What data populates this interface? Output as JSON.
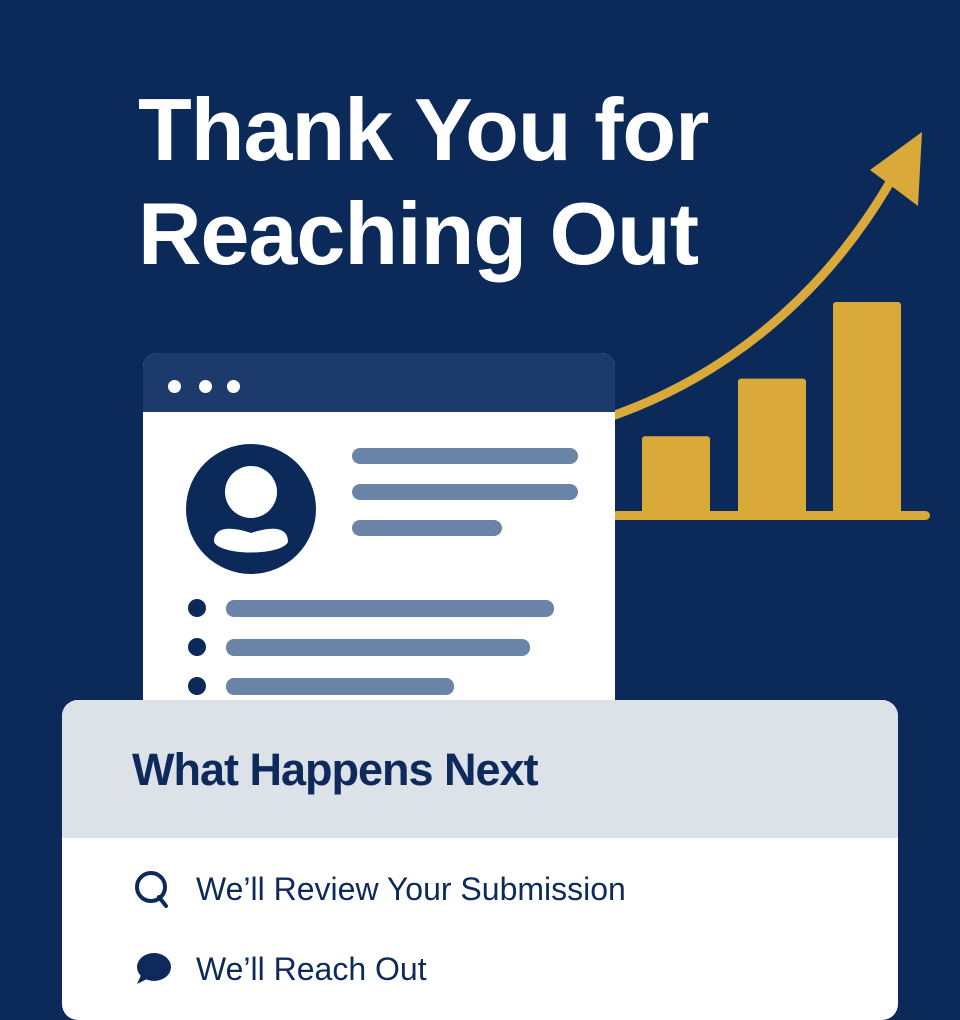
{
  "hero": {
    "title_line1": "Thank You for",
    "title_line2": "Reaching Out"
  },
  "colors": {
    "background": "#0b2a5a",
    "accent": "#d9a93a",
    "placeholder_line": "#6a84a8"
  },
  "illustration": {
    "icons": [
      "window-dots-icon",
      "user-avatar-icon",
      "growth-arrow-icon",
      "bar-chart-icon"
    ],
    "bar_levels": [
      0.37,
      0.64,
      1.0
    ]
  },
  "next_steps": {
    "heading": "What Happens Next",
    "items": [
      {
        "icon": "search-icon",
        "label": "We’ll Review Your Submission"
      },
      {
        "icon": "chat-bubble-icon",
        "label": "We’ll Reach Out"
      }
    ]
  }
}
